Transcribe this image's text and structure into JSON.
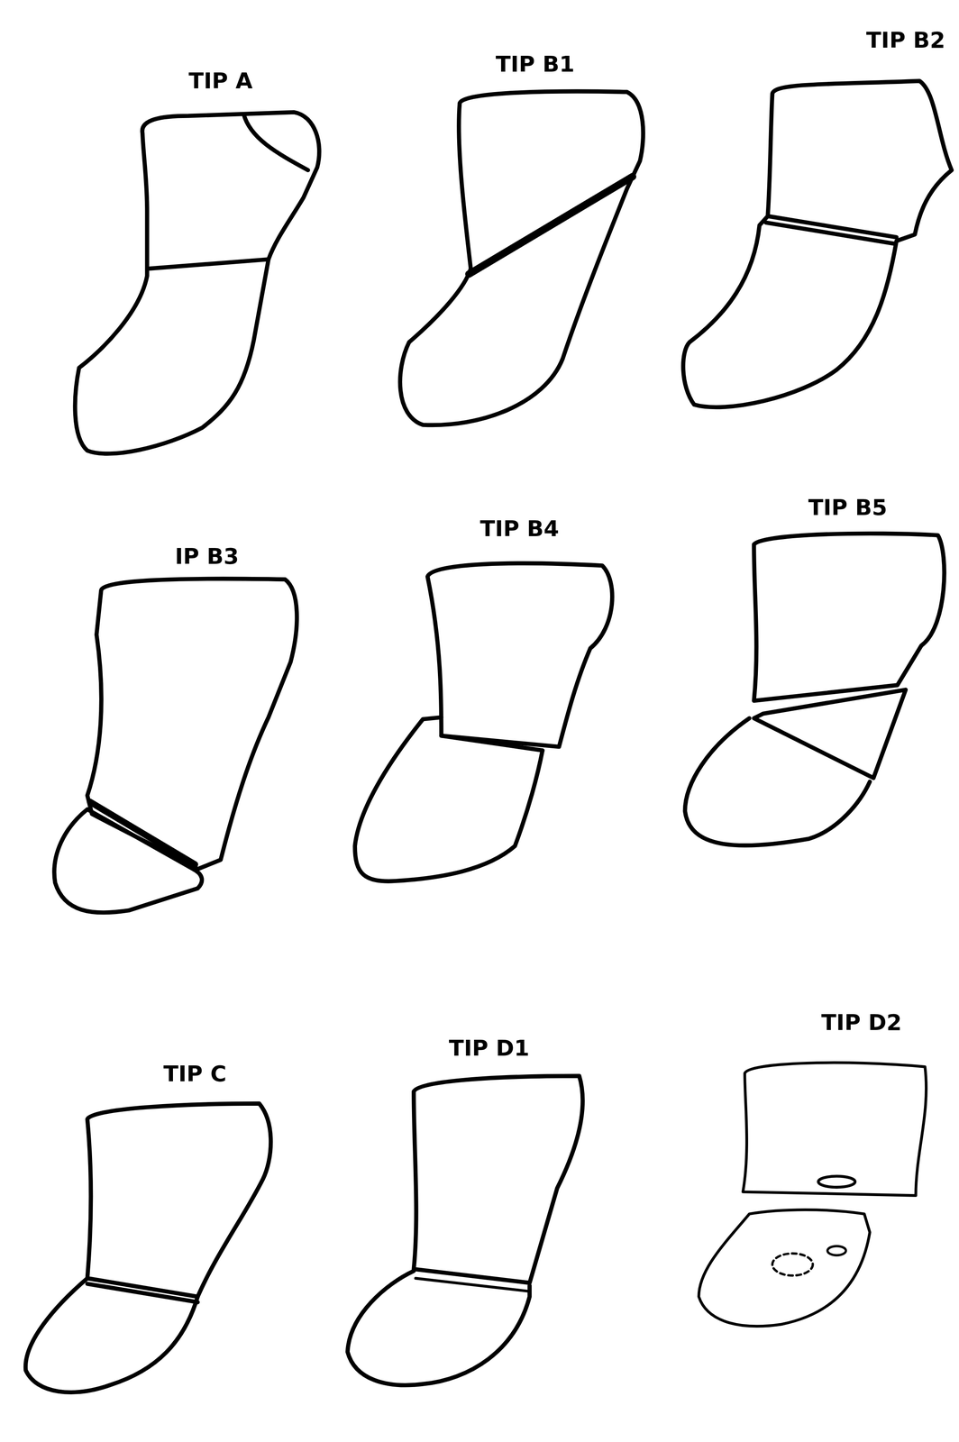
{
  "diagram": {
    "labels": [
      "TIP A",
      "TIP B1",
      "TIP B2",
      "IP B3",
      "TIP B4",
      "TIP B5",
      "TIP C",
      "TIP D1",
      "TIP D2"
    ]
  }
}
